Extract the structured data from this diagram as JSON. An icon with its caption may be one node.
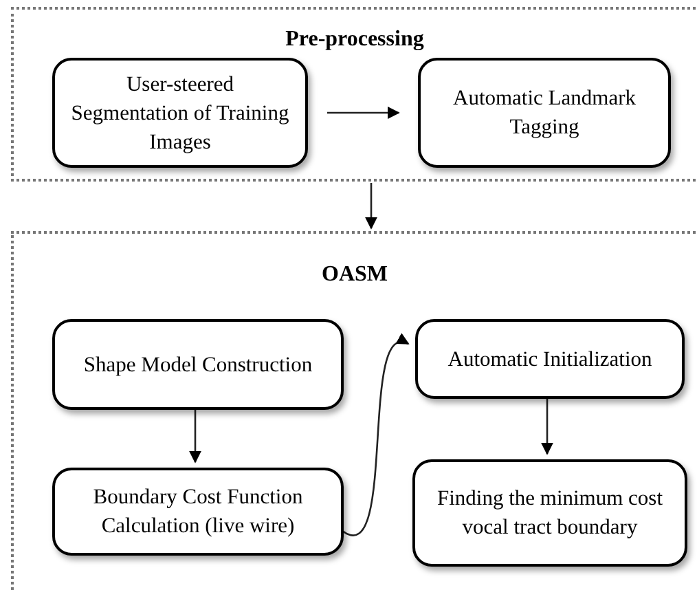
{
  "diagram": {
    "nodes": [
      {
        "text": [
          "Pre-processing"
        ]
      },
      {
        "text": [
          "User-steered Segmentation of Training Images"
        ],
        "in": 0
      },
      {
        "text": [
          "Automatic Landmark Tagging"
        ],
        "in": 0
      },
      {
        "text": [
          "OASM"
        ]
      },
      {
        "text": [
          "Shape Model Construction"
        ],
        "in": 3
      },
      {
        "text": [
          "Boundary Cost Function Calculation (live wire)"
        ],
        "in": 3
      },
      {
        "text": [
          "Automatic Initialization"
        ],
        "in": 3
      },
      {
        "text": [
          "Finding the minimum cost vocal tract boundary"
        ],
        "in": 3
      }
    ],
    "edges": [
      {
        "from": 1,
        "to": 2,
        "arrow": "to"
      },
      {
        "from": 0,
        "to": 3,
        "arrow": "to"
      },
      {
        "from": 4,
        "to": 5,
        "arrow": "to"
      },
      {
        "from": 5,
        "to": 6,
        "arrow": "to"
      },
      {
        "from": 6,
        "to": 7,
        "arrow": "to"
      }
    ]
  }
}
